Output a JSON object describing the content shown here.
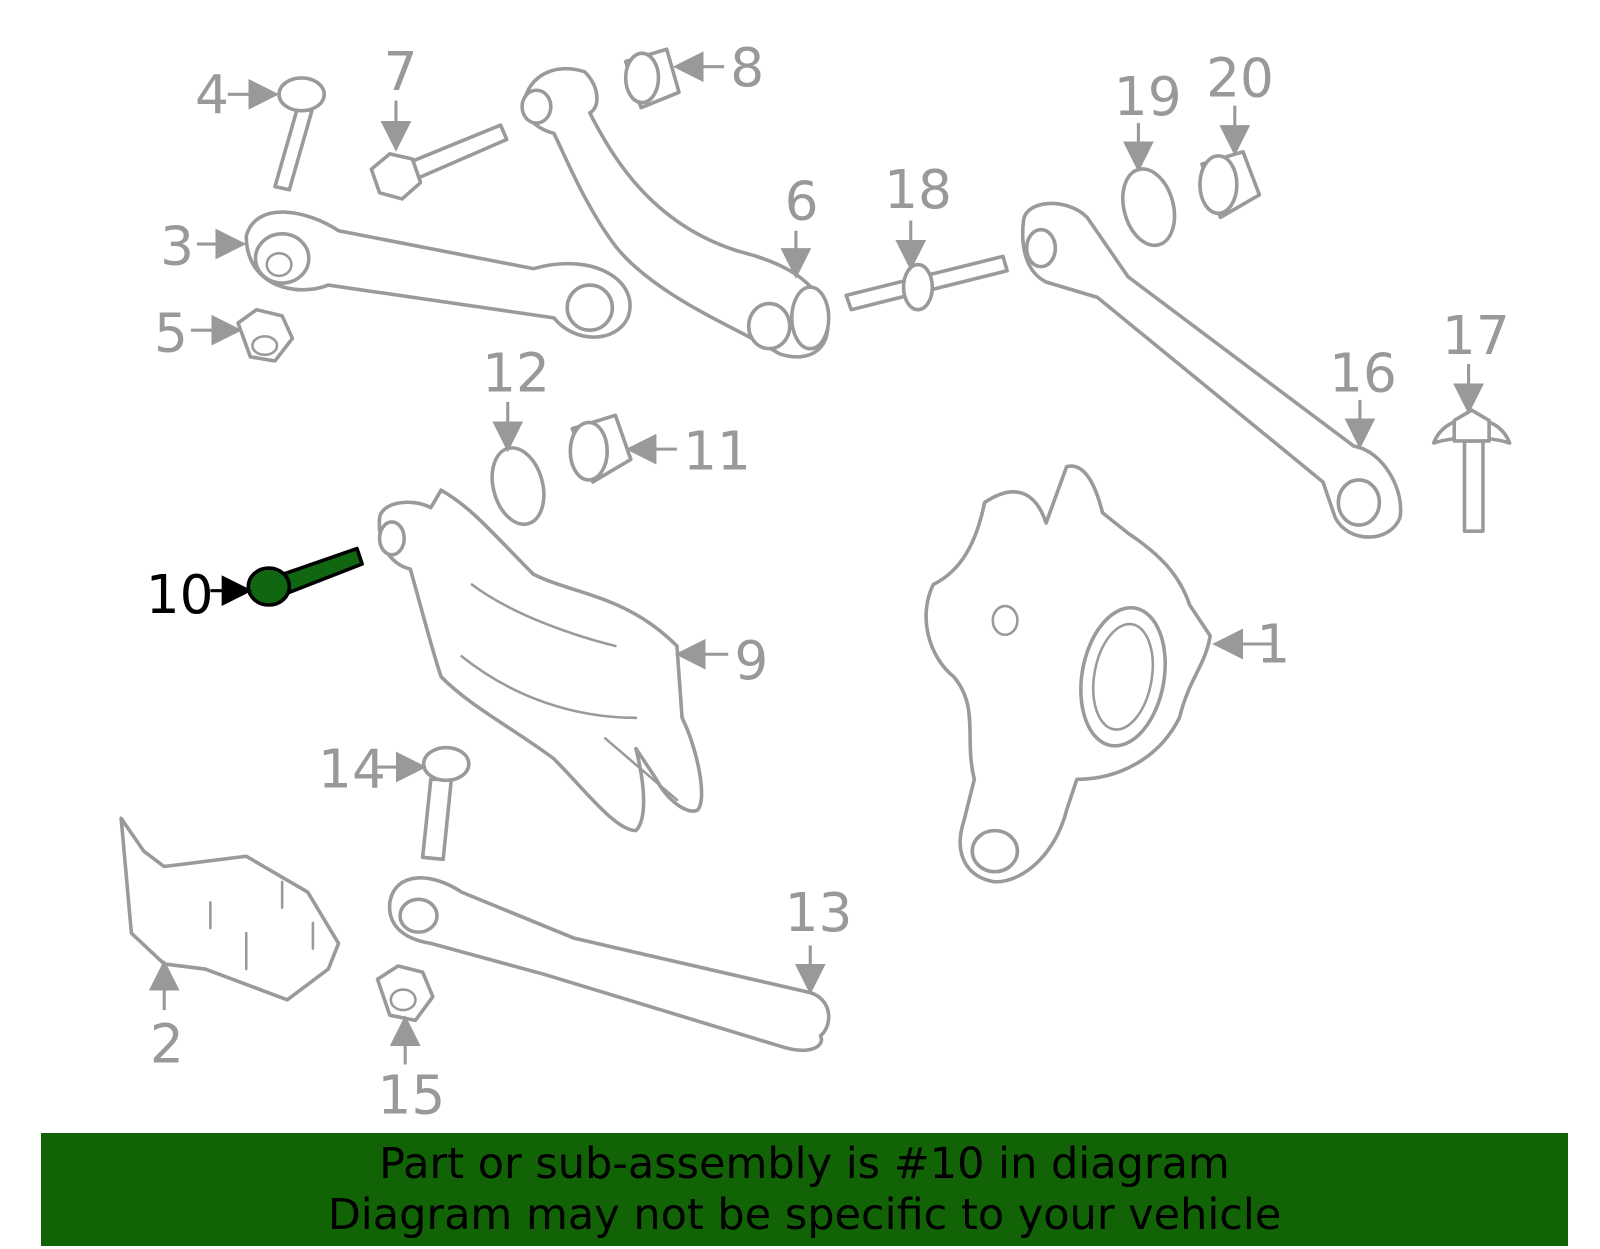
{
  "diagram": {
    "labels": [
      "1",
      "2",
      "3",
      "4",
      "5",
      "6",
      "7",
      "8",
      "9",
      "10",
      "11",
      "12",
      "13",
      "14",
      "15",
      "16",
      "17",
      "18",
      "19",
      "20"
    ],
    "highlighted_part": "10",
    "highlight_color": "#116611"
  },
  "banner": {
    "line1": "Part or sub-assembly is #10 in diagram",
    "line2": "Diagram may not be specific to your vehicle",
    "background": "#116306"
  }
}
